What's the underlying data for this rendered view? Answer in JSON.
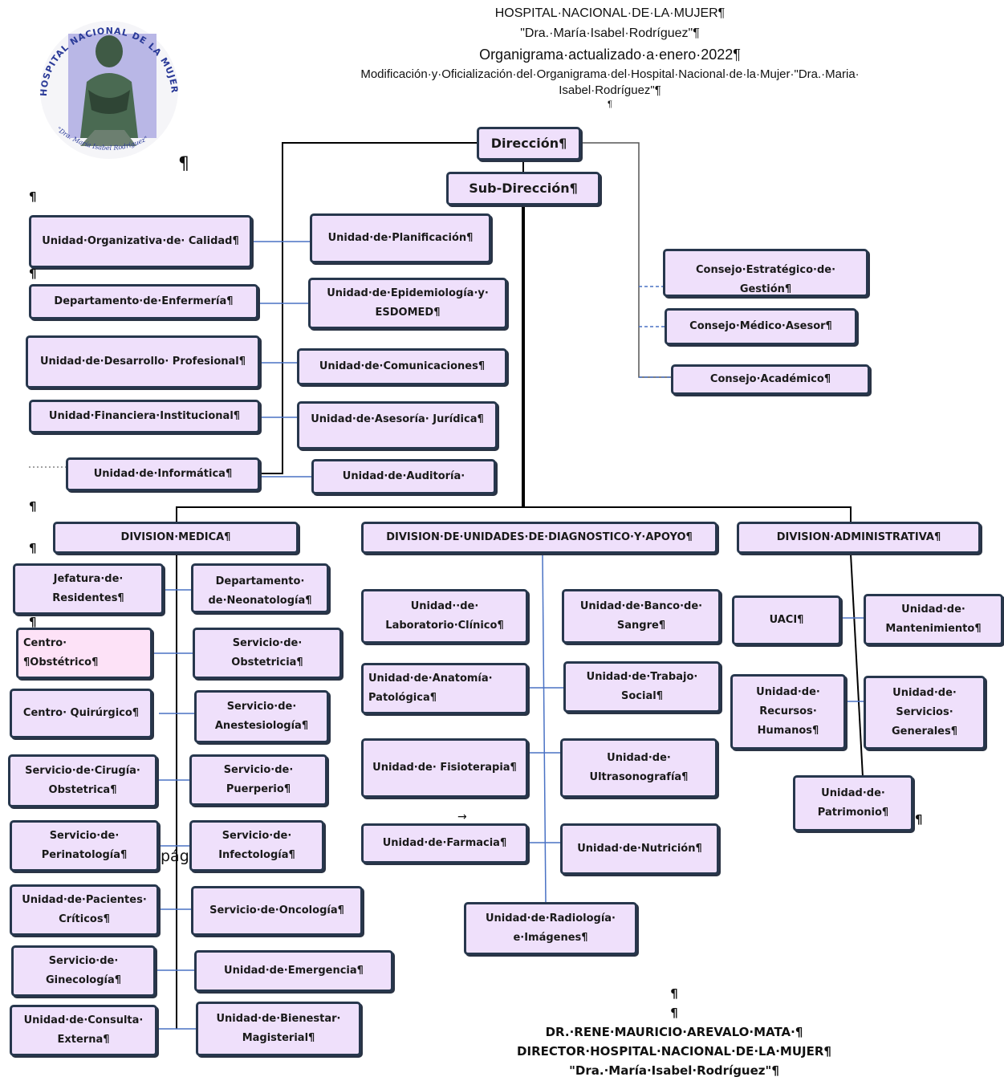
{
  "header": {
    "line1": "HOSPITAL·NACIONAL·DE·LA·MUJER¶",
    "line2": "\"Dra.·María·Isabel·Rodríguez\"¶",
    "line3": "Organigrama·actualizado·a·enero·2022¶",
    "line4": "Modificación·y·Oficialización·del·Organigrama·del·Hospital·Nacional·de·la·Mujer·\"Dra.·Maria·",
    "line5": "Isabel·Rodríguez\"¶",
    "line6": "¶"
  },
  "logo": {
    "ring_text": "HOSPITAL NACIONAL DE LA MUJER",
    "bottom_text": "\"Dra. María Isabel Rodríguez\"",
    "accent": "#2a3a98"
  },
  "top": {
    "direccion": "Dirección¶",
    "subdireccion": "Sub-Dirección¶"
  },
  "left_units": [
    "Unidad·Organizativa·de· Calidad¶",
    "Departamento·de·Enfermería¶",
    "Unidad·de·Desarrollo· Profesional¶",
    "Unidad·Financiera·Institucional¶",
    "Unidad·de·Informática¶"
  ],
  "center_units": [
    "Unidad·de·Planificación¶",
    "Unidad·de·Epidemiología·y· ESDOMED¶",
    "Unidad·de·Comunicaciones¶",
    "Unidad·de·Asesoría· Jurídica¶",
    "Unidad·de·Auditoría·"
  ],
  "councils": [
    "Consejo·Estratégico·de· Gestión¶",
    "Consejo·Médico·Asesor¶",
    "Consejo·Académico¶"
  ],
  "divisions": {
    "medica": "DIVISION·MEDICA¶",
    "diagnostico": "DIVISION·DE·UNIDADES·DE·DIAGNOSTICO·Y·APOYO¶",
    "administrativa": "DIVISION·ADMINISTRATIVA¶"
  },
  "medica_left": [
    "Jefatura·de· Residentes¶",
    "Centro· ¶Obstétrico¶",
    "Centro· Quirúrgico¶",
    "Servicio·de·Cirugía· Obstetrica¶",
    "Servicio·de· Perinatología¶",
    "Unidad·de·Pacientes· Críticos¶",
    "Servicio·de· Ginecología¶",
    "Unidad·de·Consulta· Externa¶"
  ],
  "medica_right": [
    "Departamento· de·Neonatología¶",
    "Servicio·de· Obstetricia¶",
    "Servicio·de· Anestesiología¶",
    "Servicio·de· Puerperio¶",
    "Servicio·de· Infectología¶",
    "Servicio·de·Oncología¶",
    "Unidad·de·Emergencia¶",
    "Unidad·de·Bienestar· Magisterial¶"
  ],
  "diag_left": [
    "Unidad··de· Laboratorio·Clínico¶",
    "Unidad·de·Anatomía· Patológica¶",
    "Unidad·de· Fisioterapia¶",
    "Unidad·de·Farmacia¶"
  ],
  "diag_right": [
    "Unidad·de·Banco·de· Sangre¶",
    "Unidad·de·Trabajo· Social¶",
    "Unidad·de· Ultrasonografía¶",
    "Unidad·de·Nutrición¶"
  ],
  "diag_bottom": "Unidad·de·Radiología· e·Imágenes¶",
  "admin": [
    "UACI¶",
    "Unidad·de· Mantenimiento¶",
    "Unidad·de· Recursos· Humanos¶",
    "Unidad·de· Servicios· Generales¶",
    "Unidad·de· Patrimonio¶"
  ],
  "marks": {
    "pilcrow": "¶",
    "arrow": "→",
    "stray": "pág"
  },
  "footer": {
    "line1": "¶",
    "line2": "¶",
    "line3": "DR.·RENE·MAURICIO·AREVALO·MATA·¶",
    "line4": "DIRECTOR·HOSPITAL·NACIONAL·DE·LA·MUJER¶",
    "line5": "\"Dra.·María·Isabel·Rodríguez\"¶"
  },
  "colors": {
    "box_fill": "#efe0fb",
    "box_fill_pink": "#fde2f7",
    "box_border": "#27374d",
    "connector_blue": "#4a72c4",
    "connector_black": "#000000"
  }
}
